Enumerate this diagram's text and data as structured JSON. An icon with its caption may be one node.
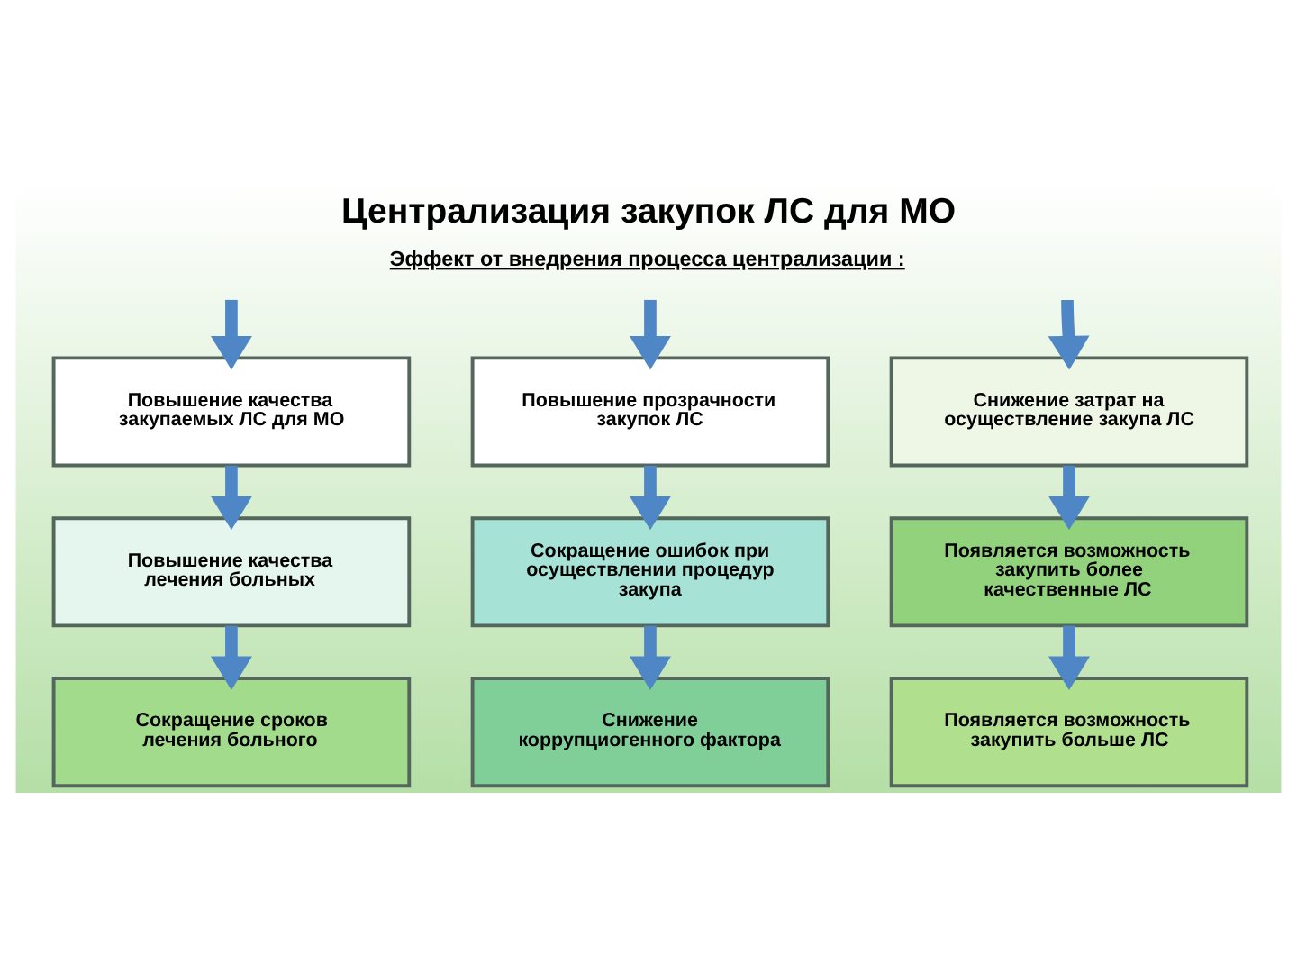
{
  "diagram": {
    "title": "Централизация закупок ЛС для МО",
    "nodes": [
      {
        "text": [
          "Эффект от внедрения процесса централизации :"
        ]
      },
      {
        "text": [
          "Повышение качества закупаемых ЛС для МО"
        ]
      },
      {
        "text": [
          "Повышение прозрачности закупок ЛС"
        ]
      },
      {
        "text": [
          "Снижение затрат на осуществление закупа ЛС"
        ]
      },
      {
        "text": [
          "Повышение качества лечения больных"
        ]
      },
      {
        "text": [
          "Сокращение ошибок при осуществлении процедур закупа"
        ]
      },
      {
        "text": [
          "Появляется возможность закупить более качественные ЛС"
        ]
      },
      {
        "text": [
          "Сокращение сроков лечения больного"
        ]
      },
      {
        "text": [
          "Снижение коррупциогенного фактора"
        ]
      },
      {
        "text": [
          "Появляется возможность закупить больше ЛС"
        ]
      }
    ],
    "edges": [
      {
        "from": 0,
        "to": 1,
        "arrow": "to"
      },
      {
        "from": 0,
        "to": 2,
        "arrow": "to"
      },
      {
        "from": 0,
        "to": 3,
        "arrow": "to"
      },
      {
        "from": 1,
        "to": 4,
        "arrow": "to"
      },
      {
        "from": 2,
        "to": 5,
        "arrow": "to"
      },
      {
        "from": 3,
        "to": 6,
        "arrow": "to"
      },
      {
        "from": 4,
        "to": 7,
        "arrow": "to"
      },
      {
        "from": 5,
        "to": 8,
        "arrow": "to"
      },
      {
        "from": 6,
        "to": 9,
        "arrow": "to"
      }
    ]
  }
}
